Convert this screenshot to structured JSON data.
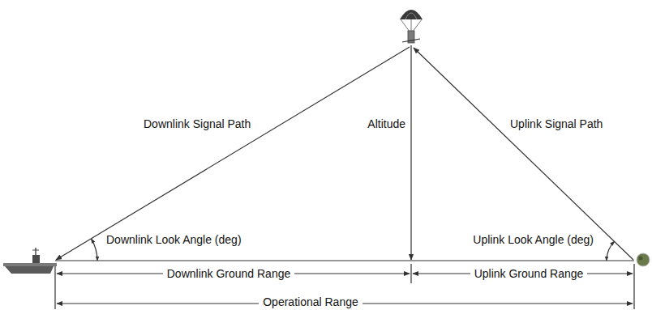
{
  "diagram": {
    "labels": [
      "Downlink Signal Path",
      "Altitude",
      "Uplink Signal Path",
      "Downlink Look Angle (deg)",
      "Uplink Look Angle (deg)",
      "Downlink Ground Range",
      "Uplink Ground Range",
      "Operational Range"
    ]
  }
}
